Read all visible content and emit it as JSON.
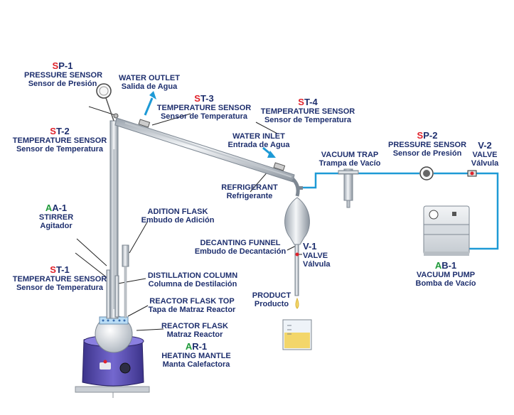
{
  "colors": {
    "label_navy": "#1e2f6e",
    "prefix_red": "#e0222b",
    "prefix_green": "#1f9a3a",
    "water_tube": "#1e9ad6",
    "mantle_purple": "#5b4fb3",
    "product_yellow": "#f3d66a"
  },
  "labels": {
    "sp1": {
      "prefix": "S",
      "code": "P-1",
      "en": "PRESSURE SENSOR",
      "es": "Sensor de Presión"
    },
    "st2": {
      "prefix": "S",
      "code": "T-2",
      "en": "TEMPERATURE SENSOR",
      "es": "Sensor de Temperatura"
    },
    "aa1": {
      "prefix": "A",
      "code": "A-1",
      "en": "STIRRER",
      "es": "Agitador"
    },
    "st1": {
      "prefix": "S",
      "code": "T-1",
      "en": "TEMPERATURE SENSOR",
      "es": "Sensor de Temperatura"
    },
    "water_outlet": {
      "en": "WATER OUTLET",
      "es": "Salida de Agua"
    },
    "st3": {
      "prefix": "S",
      "code": "T-3",
      "en": "TEMPERATURE  SENSOR",
      "es": "Sensor de Temperatura"
    },
    "st4": {
      "prefix": "S",
      "code": "T-4",
      "en": "TEMPERATURE  SENSOR",
      "es": "Sensor de Temperatura"
    },
    "water_inlet": {
      "en": "WATER INLET",
      "es": "Entrada de Agua"
    },
    "vacuum_trap": {
      "en": "VACUUM TRAP",
      "es": "Trampa de Vacío"
    },
    "sp2": {
      "prefix": "S",
      "code": "P-2",
      "en": "PRESSURE SENSOR",
      "es": "Sensor de Presión"
    },
    "v2": {
      "code": "V-2",
      "en": "VALVE",
      "es": "Válvula"
    },
    "refrigerant": {
      "en": "REFRIGERANT",
      "es": "Refrigerante"
    },
    "adition_flask": {
      "en": "ADITION FLASK",
      "es": "Embudo de Adición"
    },
    "decanting_funnel": {
      "en": "DECANTING FUNNEL",
      "es": "Embudo de Decantación"
    },
    "v1": {
      "code": "V-1",
      "en": "VALVE",
      "es": "Válvula"
    },
    "distillation_column": {
      "en": "DISTILLATION COLUMN",
      "es": "Columna de Destilación"
    },
    "reactor_flask_top": {
      "en": "REACTOR FLASK TOP",
      "es": "Tapa de Matraz Reactor"
    },
    "reactor_flask": {
      "en": "REACTOR FLASK",
      "es": "Matraz Reactor"
    },
    "ar1": {
      "prefix": "A",
      "code": "R-1",
      "en": "HEATING MANTLE",
      "es": "Manta Calefactora"
    },
    "product": {
      "en": "PRODUCT",
      "es": "Producto"
    },
    "ab1": {
      "prefix": "A",
      "code": "B-1",
      "en": "VACUUM PUMP",
      "es": "Bomba de Vacío"
    }
  }
}
